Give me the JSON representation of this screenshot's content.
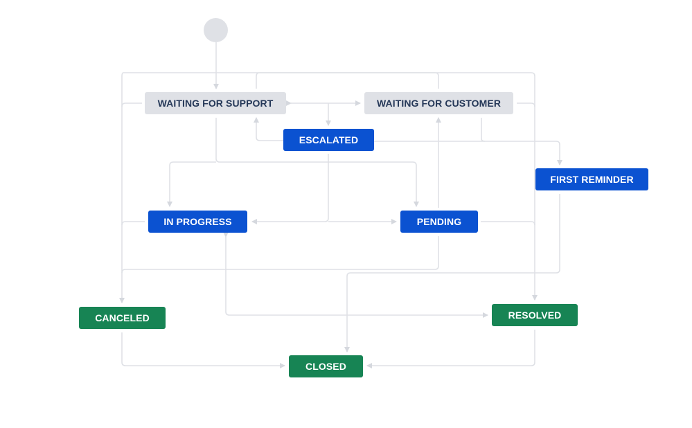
{
  "colors": {
    "edge": "#dfe1e6",
    "todo": "#dfe1e6",
    "todo_text": "#253858",
    "in_progress": "#0b52d1",
    "done": "#178454"
  },
  "statuses": {
    "waiting_support": "WAITING FOR SUPPORT",
    "waiting_customer": "WAITING FOR CUSTOMER",
    "escalated": "ESCALATED",
    "first_reminder": "FIRST REMINDER",
    "in_progress": "IN PROGRESS",
    "pending": "PENDING",
    "canceled": "CANCELED",
    "resolved": "RESOLVED",
    "closed": "CLOSED"
  }
}
